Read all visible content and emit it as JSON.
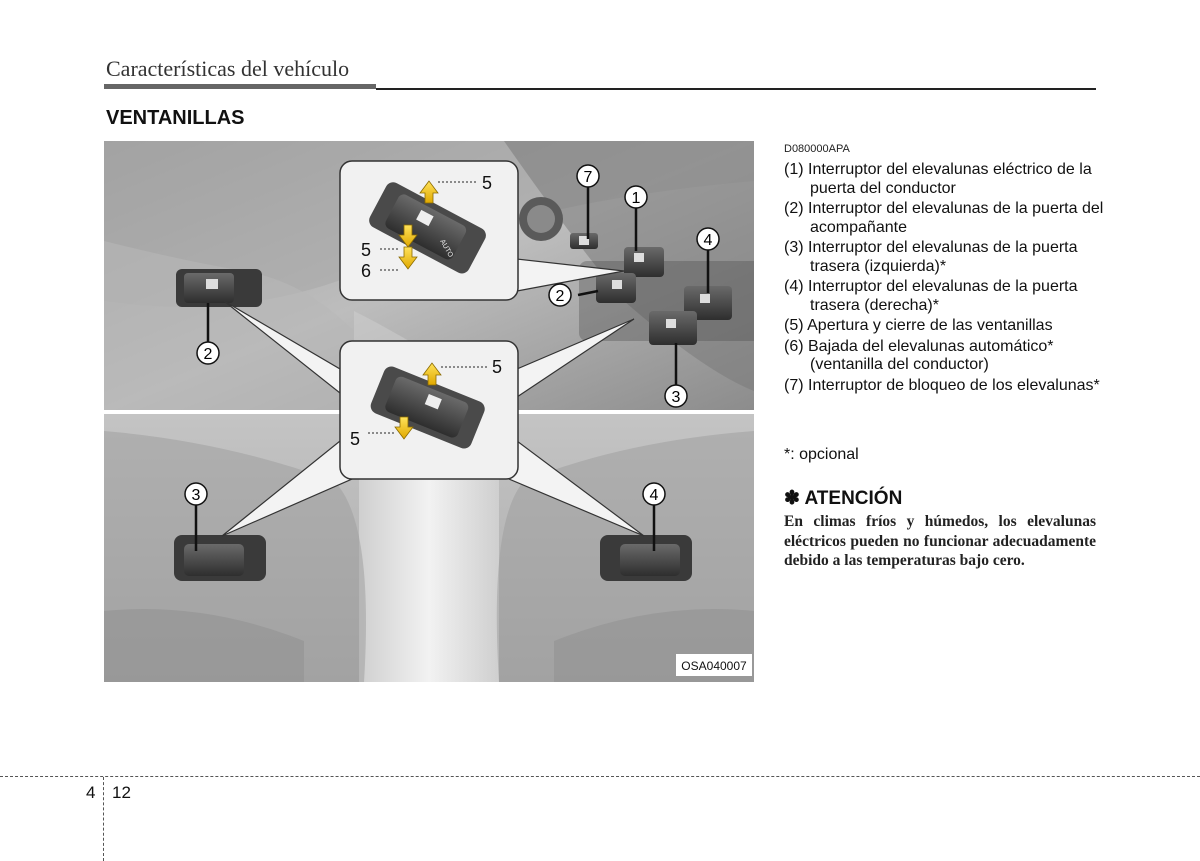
{
  "header": {
    "title": "Características del vehículo"
  },
  "section": {
    "title": "VENTANILLAS"
  },
  "figure": {
    "code": "OSA040007",
    "callouts": {
      "c1": "1",
      "c2": "2",
      "c3": "3",
      "c4": "4",
      "c7": "7",
      "bl2": "2",
      "bl3": "3",
      "bl4": "4",
      "z1_5a": "5",
      "z1_5b": "5",
      "z1_6": "6",
      "z2_5a": "5",
      "z2_5b": "5"
    },
    "auto_label": "AUTO"
  },
  "ref_code": "D080000APA",
  "items": [
    "(1) Interruptor del elevalunas eléctrico de la puerta del conductor",
    "(2) Interruptor del elevalunas de la puerta del acompañante",
    "(3) Interruptor del elevalunas de la puerta trasera (izquierda)*",
    "(4) Interruptor del elevalunas de la puerta trasera (derecha)*",
    "(5) Apertura y cierre de las ventanillas",
    "(6) Bajada del elevalunas automático* (ventanilla del conductor)",
    "(7) Interruptor de bloqueo de los elevalunas*"
  ],
  "footnote": "*: opcional",
  "attention": {
    "title": "✽ ATENCIÓN",
    "body": "En climas fríos y húmedos, los elevalunas eléctricos pueden no funcionar adecuadamente debido a las temperaturas bajo cero."
  },
  "footer": {
    "chapter": "4",
    "page": "12"
  }
}
